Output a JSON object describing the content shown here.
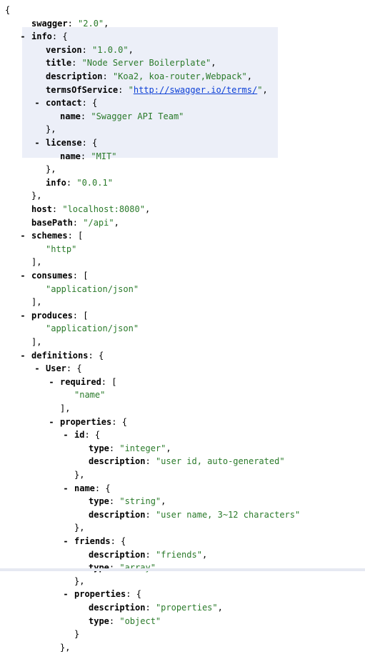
{
  "json_view": {
    "lines": [
      {
        "indent": 0,
        "open": "{"
      },
      {
        "indent": 1,
        "key": "swagger",
        "value": "\"2.0\"",
        "trail": ","
      },
      {
        "indent": 1,
        "toggle": true,
        "key": "info",
        "open": "{",
        "highlight": true
      },
      {
        "indent": 2,
        "key": "version",
        "value": "\"1.0.0\"",
        "trail": ","
      },
      {
        "indent": 2,
        "key": "title",
        "value": "\"Node Server Boilerplate\"",
        "trail": ","
      },
      {
        "indent": 2,
        "key": "description",
        "value": "\"Koa2, koa-router,Webpack\"",
        "trail": ","
      },
      {
        "indent": 2,
        "key": "termsOfService",
        "pre": "\"",
        "link": "http://swagger.io/terms/",
        "post": "\"",
        "trail": ","
      },
      {
        "indent": 2,
        "toggle": true,
        "key": "contact",
        "open": "{"
      },
      {
        "indent": 3,
        "key": "name",
        "value": "\"Swagger API Team\""
      },
      {
        "indent": 2,
        "close": "},"
      },
      {
        "indent": 2,
        "toggle": true,
        "key": "license",
        "open": "{"
      },
      {
        "indent": 3,
        "key": "name",
        "value": "\"MIT\""
      },
      {
        "indent": 2,
        "close": "},"
      },
      {
        "indent": 2,
        "key": "info",
        "value": "\"0.0.1\""
      },
      {
        "indent": 1,
        "close": "},"
      },
      {
        "indent": 1,
        "key": "host",
        "value": "\"localhost:8080\"",
        "trail": ","
      },
      {
        "indent": 1,
        "key": "basePath",
        "value": "\"/api\"",
        "trail": ","
      },
      {
        "indent": 1,
        "toggle": true,
        "key": "schemes",
        "open": "["
      },
      {
        "indent": 2,
        "value": "\"http\""
      },
      {
        "indent": 1,
        "close": "],"
      },
      {
        "indent": 1,
        "toggle": true,
        "key": "consumes",
        "open": "["
      },
      {
        "indent": 2,
        "value": "\"application/json\""
      },
      {
        "indent": 1,
        "close": "],"
      },
      {
        "indent": 1,
        "toggle": true,
        "key": "produces",
        "open": "["
      },
      {
        "indent": 2,
        "value": "\"application/json\""
      },
      {
        "indent": 1,
        "close": "],"
      },
      {
        "indent": 1,
        "toggle": true,
        "key": "definitions",
        "open": "{"
      },
      {
        "indent": 2,
        "toggle": true,
        "key": "User",
        "open": "{"
      },
      {
        "indent": 3,
        "toggle": true,
        "key": "required",
        "open": "["
      },
      {
        "indent": 4,
        "value": "\"name\""
      },
      {
        "indent": 3,
        "close": "],"
      },
      {
        "indent": 3,
        "toggle": true,
        "key": "properties",
        "open": "{"
      },
      {
        "indent": 4,
        "toggle": true,
        "key": "id",
        "open": "{"
      },
      {
        "indent": 5,
        "key": "type",
        "value": "\"integer\"",
        "trail": ","
      },
      {
        "indent": 5,
        "key": "description",
        "value": "\"user id, auto-generated\""
      },
      {
        "indent": 4,
        "close": "},"
      },
      {
        "indent": 4,
        "toggle": true,
        "key": "name",
        "open": "{"
      },
      {
        "indent": 5,
        "key": "type",
        "value": "\"string\"",
        "trail": ","
      },
      {
        "indent": 5,
        "key": "description",
        "value": "\"user name, 3~12 characters\""
      },
      {
        "indent": 4,
        "close": "},"
      },
      {
        "indent": 4,
        "toggle": true,
        "key": "friends",
        "open": "{"
      },
      {
        "indent": 5,
        "key": "description",
        "value": "\"friends\"",
        "trail": ","
      },
      {
        "indent": 5,
        "key": "type",
        "value": "\"array\""
      },
      {
        "indent": 4,
        "close": "},"
      },
      {
        "indent": 4,
        "toggle": true,
        "key": "properties",
        "open": "{"
      },
      {
        "indent": 5,
        "key": "description",
        "value": "\"properties\"",
        "trail": ","
      },
      {
        "indent": 5,
        "key": "type",
        "value": "\"object\""
      },
      {
        "indent": 4,
        "close": "}"
      },
      {
        "indent": 3,
        "close": "},"
      }
    ],
    "toggle_symbol": "-"
  },
  "colors": {
    "key": "#000000",
    "string": "#2a7a2a",
    "link": "#0b3fd6",
    "highlight": "#eceff8"
  }
}
